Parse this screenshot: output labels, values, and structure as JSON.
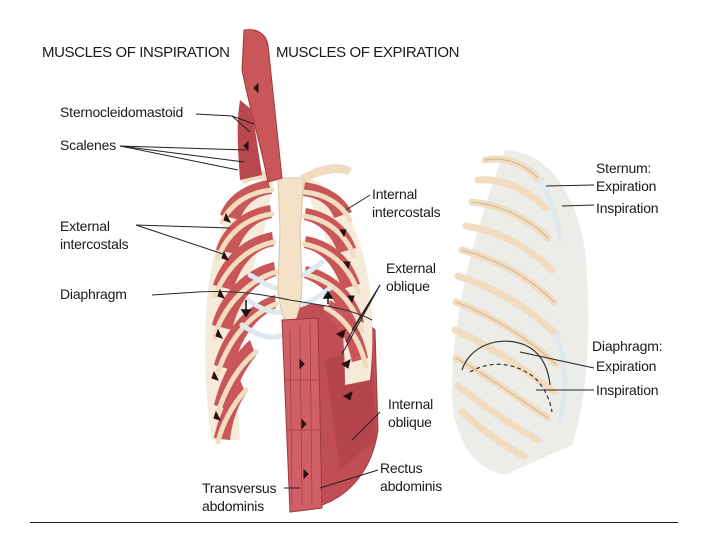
{
  "headings": {
    "inspiration": "MUSCLES OF INSPIRATION",
    "expiration": "MUSCLES OF EXPIRATION"
  },
  "labels": {
    "sternocleidomastoid": "Sternocleidomastoid",
    "scalenes": "Scalenes",
    "external_intercostals": [
      "External",
      "intercostals"
    ],
    "diaphragm": "Diaphragm",
    "internal_intercostals": [
      "Internal",
      "intercostals"
    ],
    "external_oblique": [
      "External",
      "oblique"
    ],
    "internal_oblique": [
      "Internal",
      "oblique"
    ],
    "rectus_abdominis": [
      "Rectus",
      "abdominis"
    ],
    "transversus_abdominis": [
      "Transversus",
      "abdominis"
    ],
    "sternum": [
      "Sternum:",
      "Expiration",
      "Inspiration"
    ],
    "diaphragm_side": [
      "Diaphragm:",
      "Expiration",
      "Inspiration"
    ]
  },
  "colors": {
    "muscle": "#c9575a",
    "muscle_dark": "#a83c42",
    "bone": "#f1dcc0",
    "cartilage": "#dfe8ef",
    "arrow": "#2a1010"
  }
}
